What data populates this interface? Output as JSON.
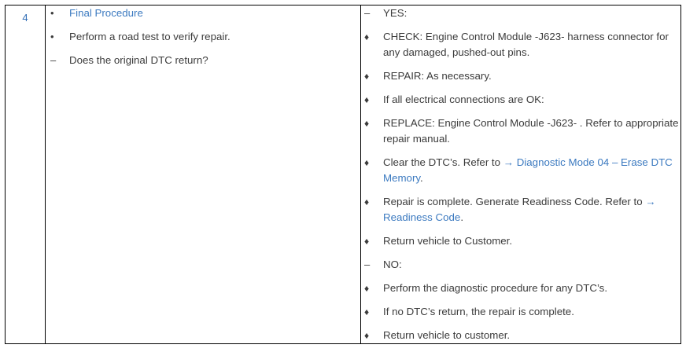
{
  "colors": {
    "link": "#3c7ac0",
    "text": "#3b3b3b",
    "step_number": "#2f6cb5",
    "border": "#000000",
    "background": "#ffffff"
  },
  "table": {
    "step": {
      "number": "4"
    },
    "action_column": {
      "items": [
        {
          "marker": "bullet",
          "marker_glyph": "•",
          "type": "link",
          "text": "Final Procedure"
        },
        {
          "marker": "bullet",
          "marker_glyph": "•",
          "type": "plain",
          "text": "Perform a road test to verify repair."
        },
        {
          "marker": "dash",
          "marker_glyph": "–",
          "type": "plain",
          "text": "Does the original DTC return?"
        }
      ]
    },
    "result_column": {
      "items": [
        {
          "marker": "dash",
          "marker_glyph": "–",
          "type": "plain",
          "text": "YES:"
        },
        {
          "marker": "diamond",
          "marker_glyph": "♦",
          "type": "plain",
          "text": "CHECK: Engine Control Module -J623- harness connector for any damaged, pushed-out pins."
        },
        {
          "marker": "diamond",
          "marker_glyph": "♦",
          "type": "plain",
          "text": "REPAIR: As necessary."
        },
        {
          "marker": "diamond",
          "marker_glyph": "♦",
          "type": "plain",
          "text": "If all electrical connections are OK:"
        },
        {
          "marker": "diamond",
          "marker_glyph": "♦",
          "type": "plain",
          "text": "REPLACE: Engine Control Module -J623- . Refer to appropriate repair manual."
        },
        {
          "marker": "diamond",
          "marker_glyph": "♦",
          "type": "rich",
          "prefix": "Clear the DTC’s. Refer to ",
          "link": "→ Diagnostic Mode 04 – Erase DTC Memory",
          "suffix": "."
        },
        {
          "marker": "diamond",
          "marker_glyph": "♦",
          "type": "rich",
          "prefix": "Repair is complete. Generate Readiness Code. Refer to ",
          "link": "→ Readiness Code",
          "suffix": "."
        },
        {
          "marker": "diamond",
          "marker_glyph": "♦",
          "type": "plain",
          "text": "Return vehicle to Customer."
        },
        {
          "marker": "dash",
          "marker_glyph": "–",
          "type": "plain",
          "text": "NO:"
        },
        {
          "marker": "diamond",
          "marker_glyph": "♦",
          "type": "plain",
          "text": "Perform the diagnostic procedure for any DTC’s."
        },
        {
          "marker": "diamond",
          "marker_glyph": "♦",
          "type": "plain",
          "text": "If no DTC’s return, the repair is complete."
        },
        {
          "marker": "diamond",
          "marker_glyph": "♦",
          "type": "plain",
          "text": "Return vehicle to customer."
        }
      ]
    }
  }
}
